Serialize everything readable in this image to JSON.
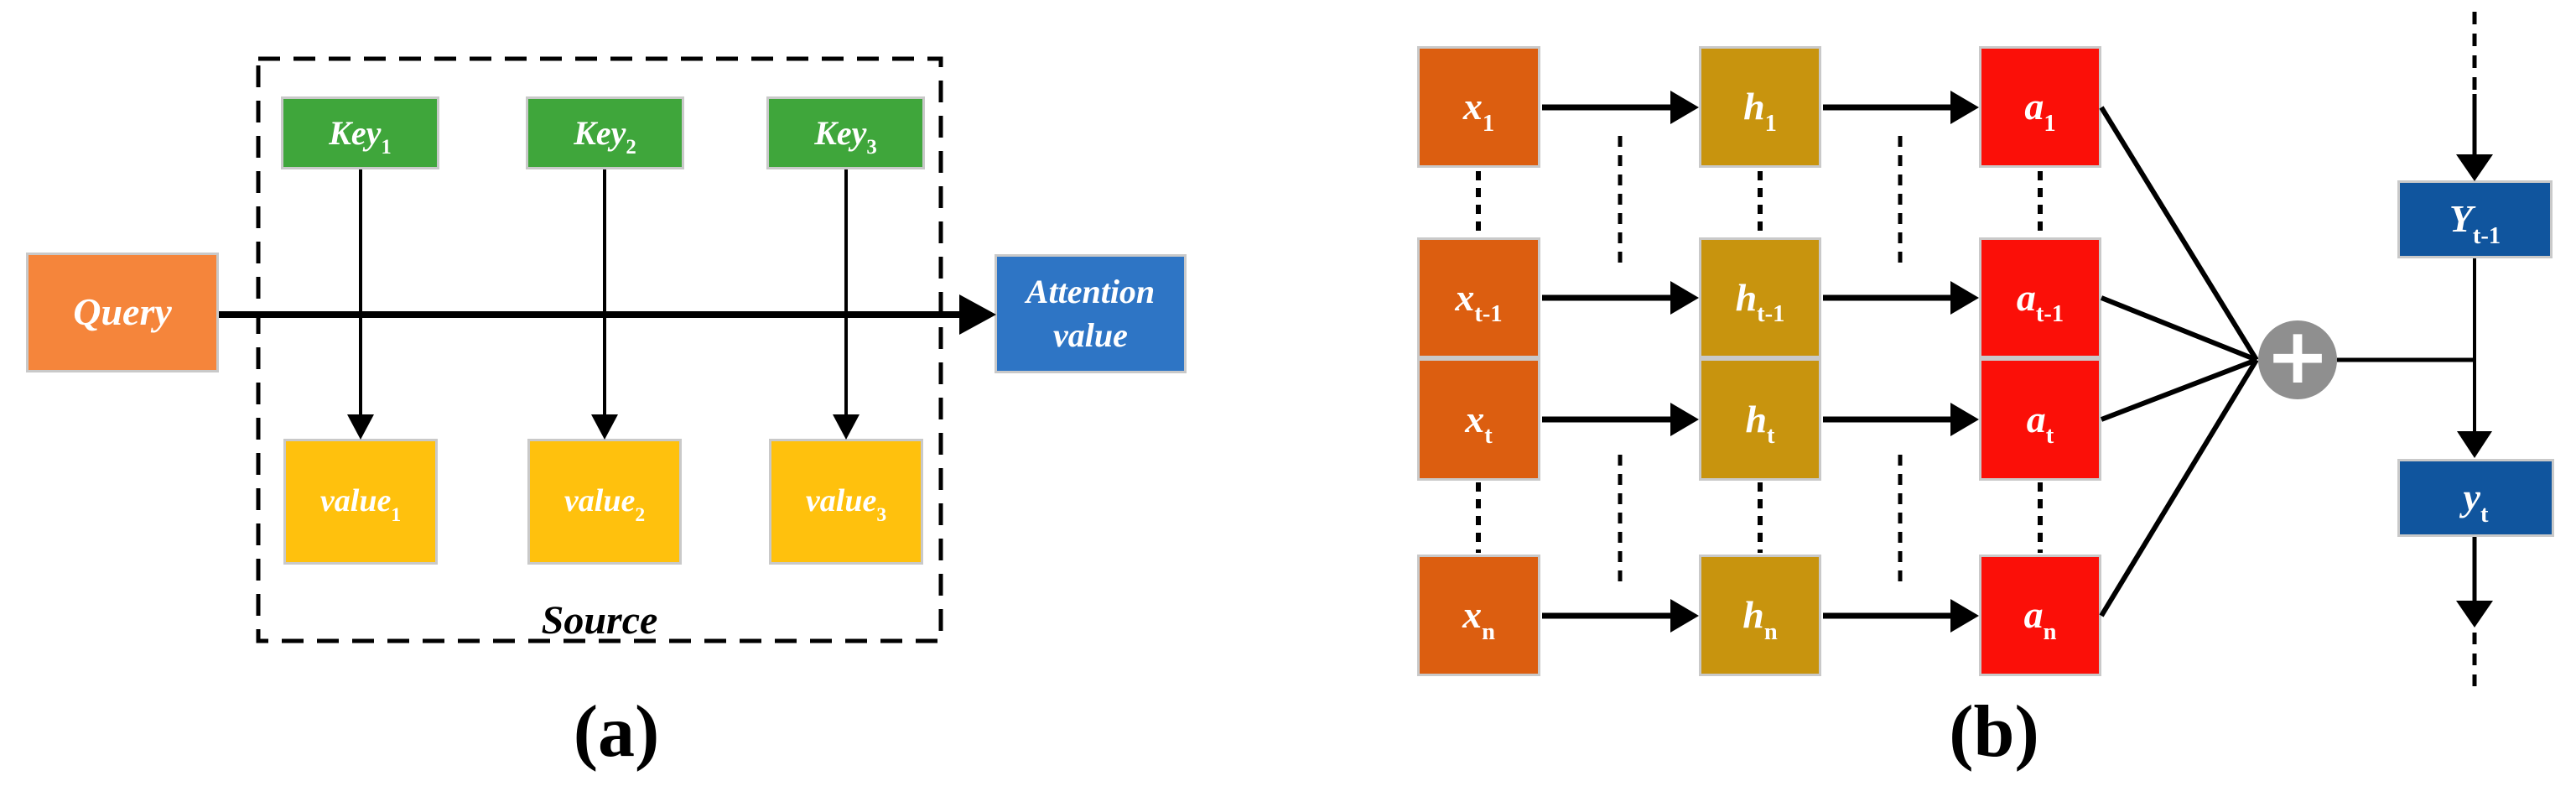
{
  "figure": {
    "panel_a": {
      "caption": "(a)",
      "query": {
        "label": "Query",
        "color": "#F5853B"
      },
      "keys": [
        {
          "base": "Key",
          "sub": "1"
        },
        {
          "base": "Key",
          "sub": "2"
        },
        {
          "base": "Key",
          "sub": "3"
        }
      ],
      "values": [
        {
          "base": "value",
          "sub": "1"
        },
        {
          "base": "value",
          "sub": "2"
        },
        {
          "base": "value",
          "sub": "3"
        }
      ],
      "attention": {
        "line1": "Attention",
        "line2": "value",
        "color": "#2E75C5"
      },
      "source_label": "Source",
      "colors": {
        "key_green": "#3FA63B",
        "value_amber": "#FFC10D"
      }
    },
    "panel_b": {
      "caption": "(b)",
      "x_nodes": [
        {
          "base": "x",
          "sub": "1"
        },
        {
          "base": "x",
          "sub": "t-1"
        },
        {
          "base": "x",
          "sub": "t"
        },
        {
          "base": "x",
          "sub": "n"
        }
      ],
      "h_nodes": [
        {
          "base": "h",
          "sub": "1"
        },
        {
          "base": "h",
          "sub": "t-1"
        },
        {
          "base": "h",
          "sub": "t"
        },
        {
          "base": "h",
          "sub": "n"
        }
      ],
      "a_nodes": [
        {
          "base": "a",
          "sub": "1"
        },
        {
          "base": "a",
          "sub": "t-1"
        },
        {
          "base": "a",
          "sub": "t"
        },
        {
          "base": "a",
          "sub": "n"
        }
      ],
      "sum_node": {
        "label": "+",
        "color": "#8F8F8F"
      },
      "y_prev": {
        "base": "Y",
        "sub": "t-1"
      },
      "y_out": {
        "base": "y",
        "sub": "t"
      },
      "colors": {
        "x_orange": "#DC5E10",
        "h_gold": "#C8940E",
        "a_red": "#FB0F08",
        "y_blue": "#10559E"
      }
    }
  }
}
